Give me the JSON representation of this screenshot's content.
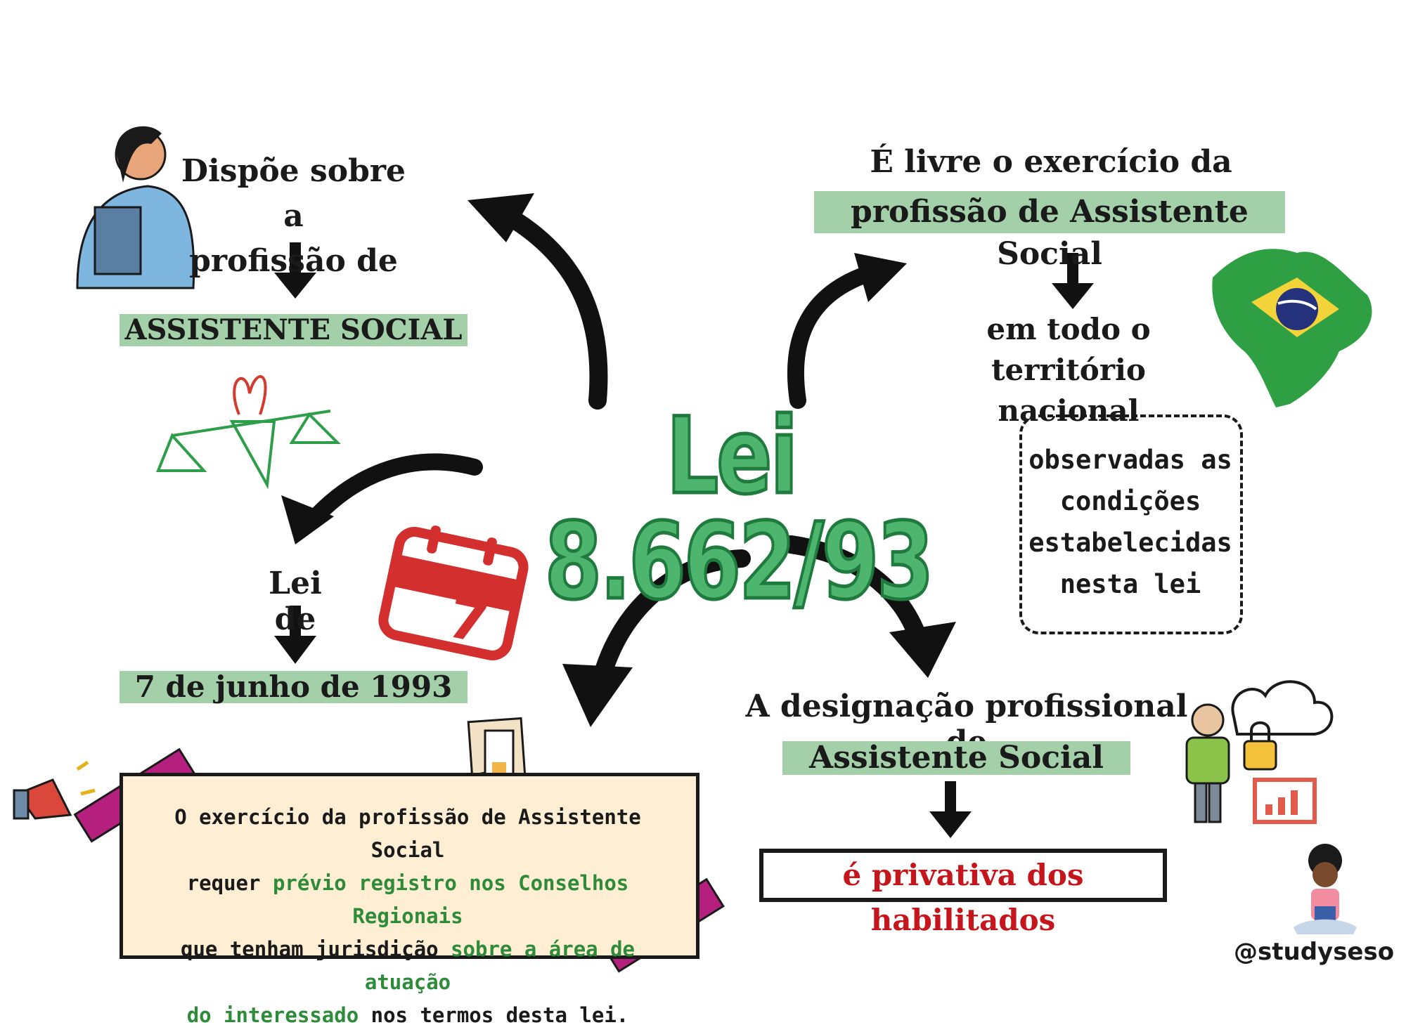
{
  "title": "Lei 8.662/93",
  "top_left": {
    "line1": "Dispõe sobre a",
    "line2": "profissão de",
    "highlight": "ASSISTENTE SOCIAL"
  },
  "mid_left": {
    "line1": "Lei de",
    "highlight": "7 de junho de 1993",
    "calendar_number": "7"
  },
  "top_right": {
    "line1": "É livre o exercício da",
    "highlight": "profissão de Assistente Social",
    "line2": "em todo o território",
    "line3": "nacional"
  },
  "dashed_box": {
    "l1": "observadas as",
    "l2": "condições",
    "l3": "estabelecidas",
    "l4": "nesta lei"
  },
  "bottom_right": {
    "line1": "A designação profissional de",
    "highlight": "Assistente Social",
    "boxed": "é privativa dos habilitados"
  },
  "note": {
    "t1": "O exercício da profissão de Assistente Social",
    "t2a": "requer ",
    "t2b": "prévio registro nos Conselhos Regionais",
    "t3a": "que tenham jurisdição ",
    "t3b": "sobre a área de atuação",
    "t4a": "do interessado",
    "t4b": " nos termos desta lei."
  },
  "handle": "@studyseso",
  "colors": {
    "highlight": "#a3cfa9",
    "title_green": "#4eb56f",
    "red": "#c4161c",
    "note_bg": "#fdeed4",
    "tape": "#b5207e"
  }
}
